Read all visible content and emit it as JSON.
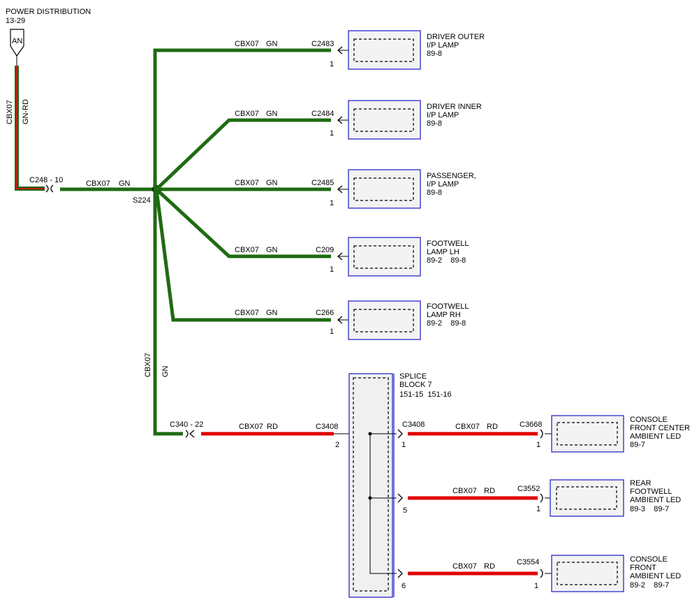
{
  "colors": {
    "green": "#1f6b12",
    "red": "#e00000",
    "component_border": "#2929c8",
    "component_fill": "#f3f3f3"
  },
  "header": {
    "title": "POWER DISTRIBUTION",
    "ref": "13-29"
  },
  "source": {
    "terminal": "AN",
    "circuit": "CBX07",
    "color": "GN-RD"
  },
  "inline_connector_1": {
    "label": "C248 - 10"
  },
  "feed": {
    "circuit": "CBX07",
    "color": "GN"
  },
  "splice": {
    "label": "S224"
  },
  "vertical_feed": {
    "circuit": "CBX07",
    "color": "GN"
  },
  "branches": [
    {
      "circuit": "CBX07",
      "color": "GN",
      "connector": "C2483",
      "pin": "1",
      "component": [
        "DRIVER OUTER",
        "I/P LAMP",
        "89-8"
      ]
    },
    {
      "circuit": "CBX07",
      "color": "GN",
      "connector": "C2484",
      "pin": "1",
      "component": [
        "DRIVER INNER",
        "I/P LAMP",
        "89-8"
      ]
    },
    {
      "circuit": "CBX07",
      "color": "GN",
      "connector": "C2485",
      "pin": "1",
      "component": [
        "PASSENGER,",
        "I/P LAMP",
        "89-8"
      ]
    },
    {
      "circuit": "CBX07",
      "color": "GN",
      "connector": "C209",
      "pin": "1",
      "component": [
        "FOOTWELL",
        "LAMP LH",
        "89-2    89-8"
      ]
    },
    {
      "circuit": "CBX07",
      "color": "GN",
      "connector": "C266",
      "pin": "1",
      "component": [
        "FOOTWELL",
        "LAMP RH",
        "89-2    89-8"
      ]
    }
  ],
  "inline_connector_2": {
    "label": "C340 - 22"
  },
  "splice_feed": {
    "circuit": "CBX07",
    "color": "RD",
    "connector": "C3408",
    "pin": "2"
  },
  "splice_block": {
    "lines": [
      "SPLICE",
      "BLOCK 7",
      "151-15  151-16"
    ],
    "out_connector": "C3408"
  },
  "led_branches": [
    {
      "splice_pin": "1",
      "circuit": "CBX07",
      "color": "RD",
      "connector": "C3668",
      "pin": "1",
      "component": [
        "CONSOLE",
        "FRONT CENTER",
        "AMBIENT LED",
        "89-7"
      ]
    },
    {
      "splice_pin": "5",
      "circuit": "CBX07",
      "color": "RD",
      "connector": "C3552",
      "pin": "1",
      "component": [
        "REAR",
        "FOOTWELL",
        "AMBIENT LED",
        "89-3    89-7"
      ]
    },
    {
      "splice_pin": "6",
      "circuit": "CBX07",
      "color": "RD",
      "connector": "C3554",
      "pin": "1",
      "component": [
        "CONSOLE",
        "FRONT",
        "AMBIENT LED",
        "89-2    89-7"
      ]
    }
  ]
}
